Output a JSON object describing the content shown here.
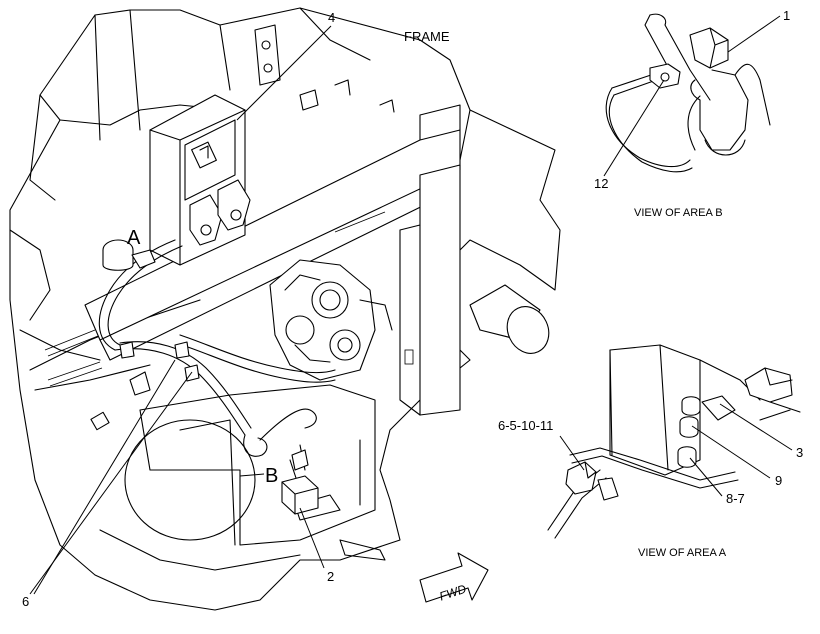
{
  "callouts": {
    "c1": "1",
    "c2": "2",
    "c3": "3",
    "c4": "4",
    "c6": "6",
    "c9": "9",
    "c12": "12",
    "c87": "8-7",
    "c651011": "6-5-10-11"
  },
  "labels": {
    "frame": "FRAME",
    "area_a": "A",
    "area_b": "B",
    "fwd": "FWD"
  },
  "captions": {
    "view_b": "VIEW OF AREA  B",
    "view_a": "VIEW OF AREA A"
  }
}
